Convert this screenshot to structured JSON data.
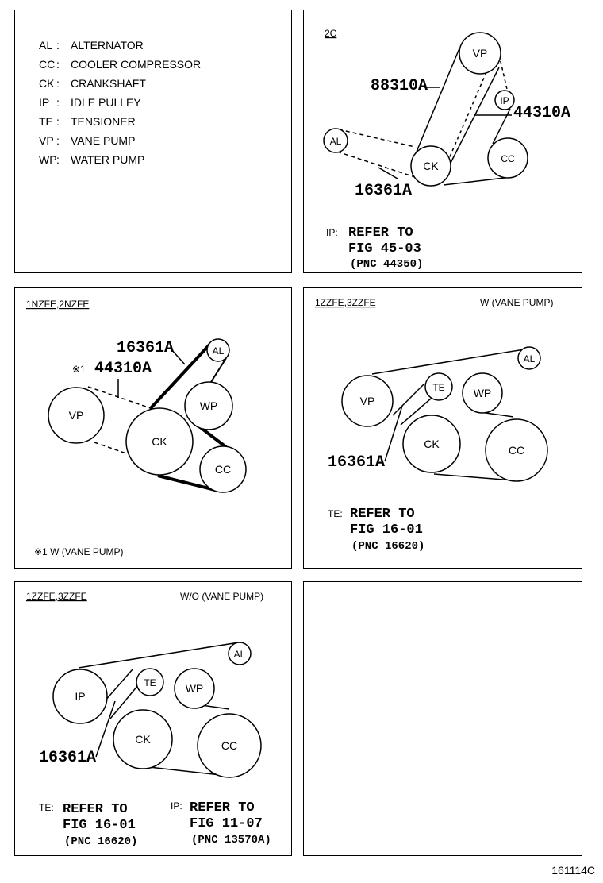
{
  "legend": [
    {
      "code": "AL",
      "name": "ALTERNATOR"
    },
    {
      "code": "CC",
      "name": "COOLER COMPRESSOR"
    },
    {
      "code": "CK",
      "name": "CRANKSHAFT"
    },
    {
      "code": "IP",
      "name": "IDLE PULLEY"
    },
    {
      "code": "TE",
      "name": "TENSIONER"
    },
    {
      "code": "VP",
      "name": "VANE PUMP"
    },
    {
      "code": "WP",
      "name": "WATER PUMP"
    }
  ],
  "legend_colon": ":",
  "panel_2c": {
    "title": "2C",
    "pulleys": {
      "vp": "VP",
      "ip": "IP",
      "al": "AL",
      "ck": "CK",
      "cc": "CC"
    },
    "parts": {
      "p1": "88310A",
      "p2": "44310A",
      "p3": "16361A"
    },
    "ref": {
      "tag": "IP:",
      "l1": "REFER TO",
      "l2": "FIG 45-03",
      "l3": "(PNC 44350)"
    }
  },
  "panel_nzfe": {
    "title": "1NZFE,2NZFE",
    "pulleys": {
      "al": "AL",
      "wp": "WP",
      "vp": "VP",
      "ck": "CK",
      "cc": "CC"
    },
    "parts": {
      "p1": "16361A",
      "p2_mark": "※1",
      "p2": "44310A"
    },
    "note": "※1 W (VANE PUMP)"
  },
  "panel_zzfe_w": {
    "title": "1ZZFE,3ZZFE",
    "subtitle": "W (VANE PUMP)",
    "pulleys": {
      "al": "AL",
      "te": "TE",
      "wp": "WP",
      "vp": "VP",
      "ck": "CK",
      "cc": "CC"
    },
    "parts": {
      "p1": "16361A"
    },
    "ref": {
      "tag": "TE:",
      "l1": "REFER TO",
      "l2": "FIG 16-01",
      "l3": "(PNC 16620)"
    }
  },
  "panel_zzfe_wo": {
    "title": "1ZZFE,3ZZFE",
    "subtitle": "W/O (VANE PUMP)",
    "pulleys": {
      "al": "AL",
      "te": "TE",
      "wp": "WP",
      "ip": "IP",
      "ck": "CK",
      "cc": "CC"
    },
    "parts": {
      "p1": "16361A"
    },
    "ref1": {
      "tag": "TE:",
      "l1": "REFER TO",
      "l2": "FIG 16-01",
      "l3": "(PNC 16620)"
    },
    "ref2": {
      "tag": "IP:",
      "l1": "REFER TO",
      "l2": "FIG 11-07",
      "l3": "(PNC 13570A)"
    }
  },
  "footer": {
    "code": "161114C"
  }
}
